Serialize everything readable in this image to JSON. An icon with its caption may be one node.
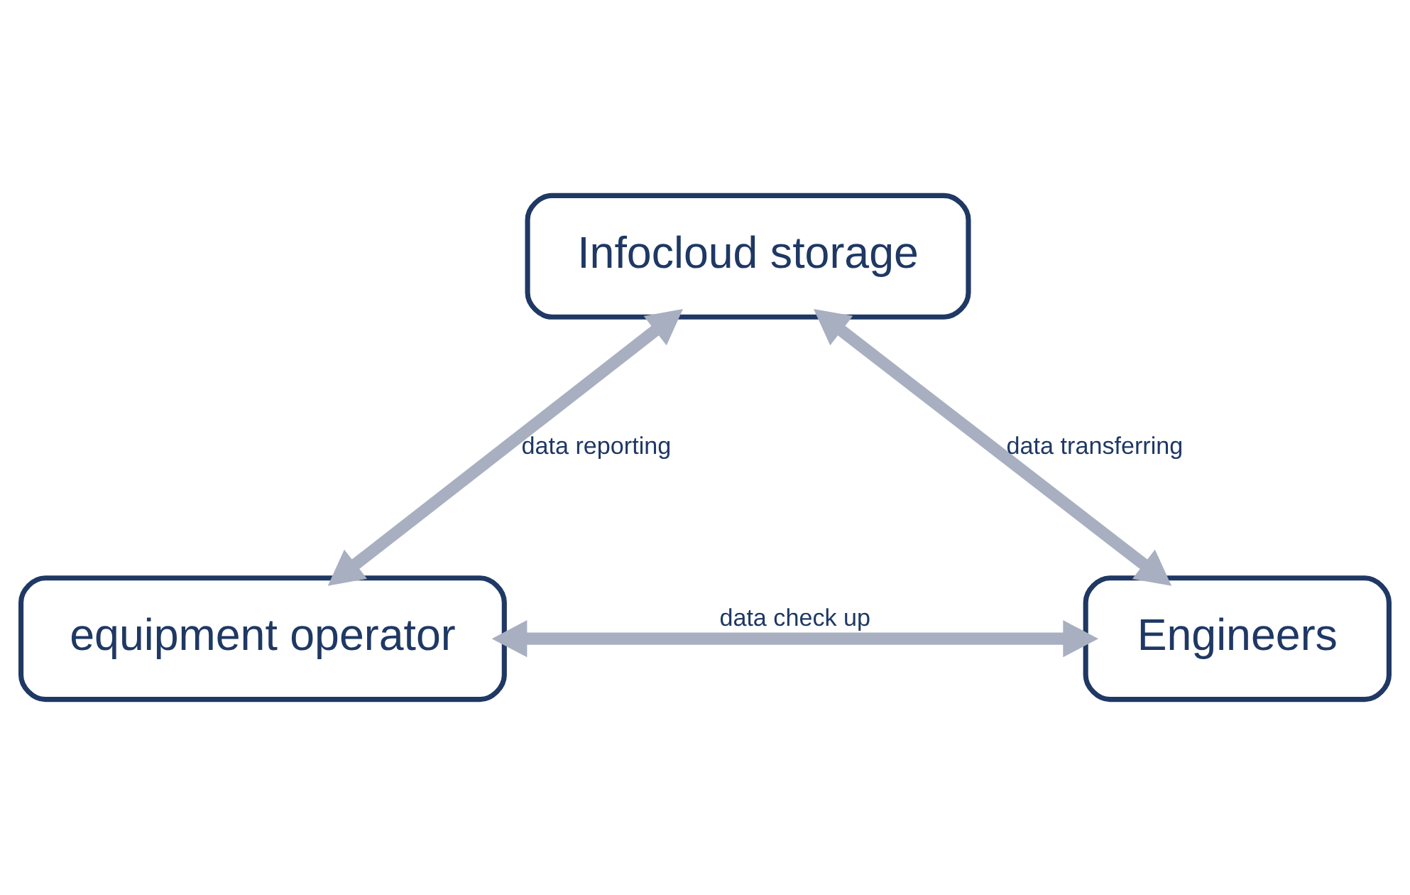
{
  "diagram": {
    "nodes": [
      {
        "text": [
          "Infocloud storage"
        ]
      },
      {
        "text": [
          "equipment operator"
        ]
      },
      {
        "text": [
          "Engineers"
        ]
      }
    ],
    "edges": [
      {
        "from": 0,
        "to": 1,
        "arrow": "both",
        "label": "data reporting"
      },
      {
        "from": 0,
        "to": 2,
        "arrow": "both",
        "label": "data transferring"
      },
      {
        "from": 1,
        "to": 2,
        "arrow": "both",
        "label": "data check up"
      }
    ]
  }
}
